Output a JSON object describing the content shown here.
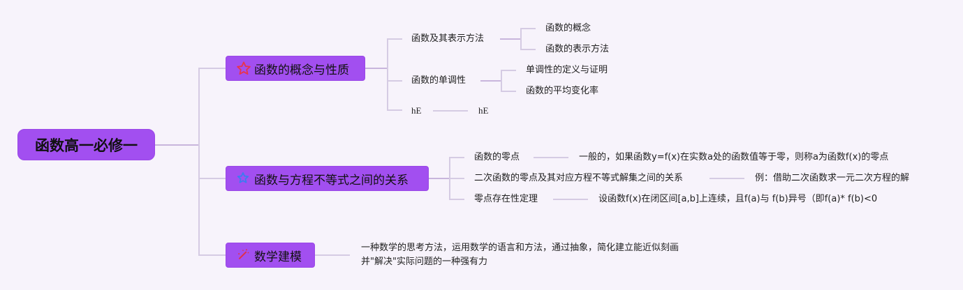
{
  "root": {
    "label": "函数高一必修一"
  },
  "branches": [
    {
      "label": "函数的概念与性质",
      "icon": "star-outline-icon",
      "icon_color": "#e8344e",
      "children": [
        {
          "label": "函数及其表示方法",
          "children": [
            {
              "label": "函数的概念"
            },
            {
              "label": "函数的表示方法"
            }
          ]
        },
        {
          "label": "函数的单调性",
          "children": [
            {
              "label": "单调性的定义与证明"
            },
            {
              "label": "函数的平均变化率"
            }
          ]
        },
        {
          "label": "hE",
          "children": [
            {
              "label": "hE"
            }
          ]
        }
      ]
    },
    {
      "label": "函数与方程不等式之间的关系",
      "icon": "star-outline-icon",
      "icon_color": "#3d7bf0",
      "children": [
        {
          "label": "函数的零点",
          "children": [
            {
              "label": "一般的，如果函数y=f(x)在实数a处的函数值等于零，则称a为函数f(x)的零点"
            }
          ]
        },
        {
          "label": "二次函数的零点及其对应方程不等式解集之间的关系",
          "children": [
            {
              "label": "例：借助二次函数求一元二次方程的解"
            }
          ]
        },
        {
          "label": "零点存在性定理",
          "children": [
            {
              "label": "设函数f(x)在闭区间[a,b]上连续，且f(a)与 f(b)异号（即f(a)* f(b)<0"
            }
          ]
        }
      ]
    },
    {
      "label": "数学建模",
      "icon": "magic-wand-icon",
      "icon_color": "#e0304a",
      "children": [
        {
          "label_line1": "一种数学的思考方法，运用数学的语言和方法，通过抽象，简化建立能近似刻画",
          "label_line2": "并\"解决\"实际问题的一种强有力"
        }
      ]
    }
  ],
  "colors": {
    "node_fill": "#a24ff0",
    "connector": "#d5cbe3",
    "background": "#f7f3fb"
  }
}
